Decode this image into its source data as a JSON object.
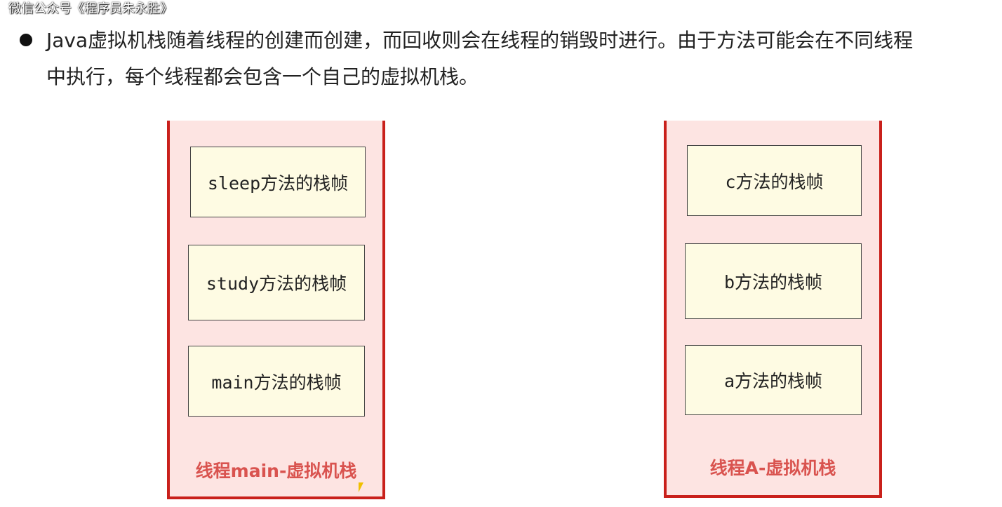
{
  "watermark": "微信公众号《程序员朱永胜》",
  "paragraph": "Java虚拟机栈随着线程的创建而创建，而回收则会在线程的销毁时进行。由于方法可能会在不同线程中执行，每个线程都会包含一个自己的虚拟机栈。",
  "stacks": [
    {
      "label": "线程main-虚拟机栈",
      "frames": [
        "sleep方法的栈帧",
        "study方法的栈帧",
        "main方法的栈帧"
      ]
    },
    {
      "label": "线程A-虚拟机栈",
      "frames": [
        "c方法的栈帧",
        "b方法的栈帧",
        "a方法的栈帧"
      ]
    }
  ]
}
